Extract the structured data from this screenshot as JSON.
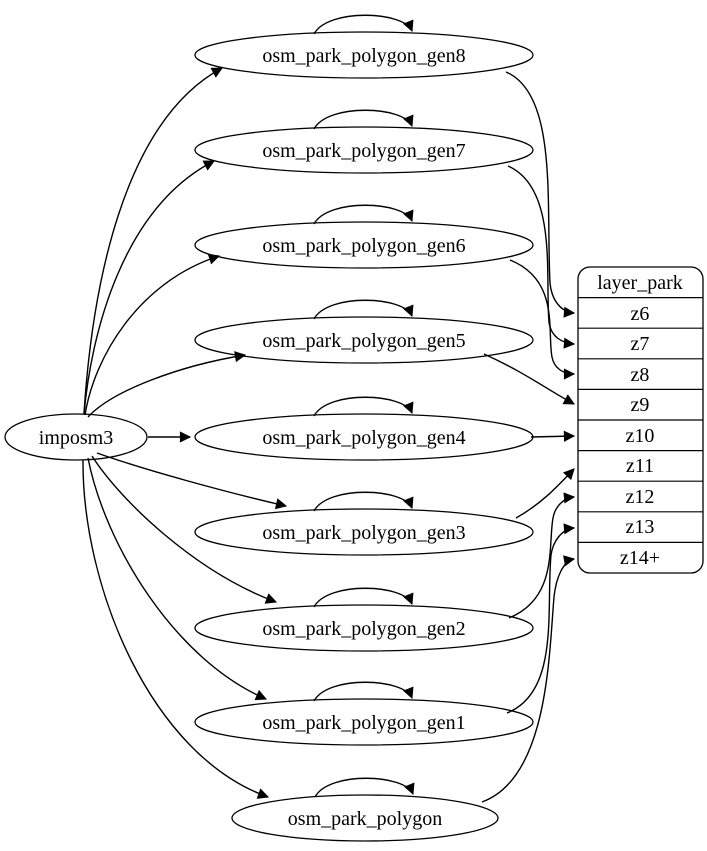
{
  "diagram": {
    "background": "#ffffff",
    "stroke": "#000000",
    "node_fill": "#ffffff",
    "source": {
      "label": "imposm3"
    },
    "tables": [
      {
        "label": "osm_park_polygon_gen8",
        "maps_to": "z6",
        "self_loop": true
      },
      {
        "label": "osm_park_polygon_gen7",
        "maps_to": "z7",
        "self_loop": true
      },
      {
        "label": "osm_park_polygon_gen6",
        "maps_to": "z8",
        "self_loop": true
      },
      {
        "label": "osm_park_polygon_gen5",
        "maps_to": "z9",
        "self_loop": true
      },
      {
        "label": "osm_park_polygon_gen4",
        "maps_to": "z10",
        "self_loop": true
      },
      {
        "label": "osm_park_polygon_gen3",
        "maps_to": "z11",
        "self_loop": true
      },
      {
        "label": "osm_park_polygon_gen2",
        "maps_to": "z12",
        "self_loop": true
      },
      {
        "label": "osm_park_polygon_gen1",
        "maps_to": "z13",
        "self_loop": true
      },
      {
        "label": "osm_park_polygon",
        "maps_to": "z14+",
        "self_loop": true
      }
    ],
    "layer_table": {
      "title": "layer_park",
      "fill": "#ffc0cb",
      "rows": [
        "z6",
        "z7",
        "z8",
        "z9",
        "z10",
        "z11",
        "z12",
        "z13",
        "z14+"
      ]
    }
  }
}
